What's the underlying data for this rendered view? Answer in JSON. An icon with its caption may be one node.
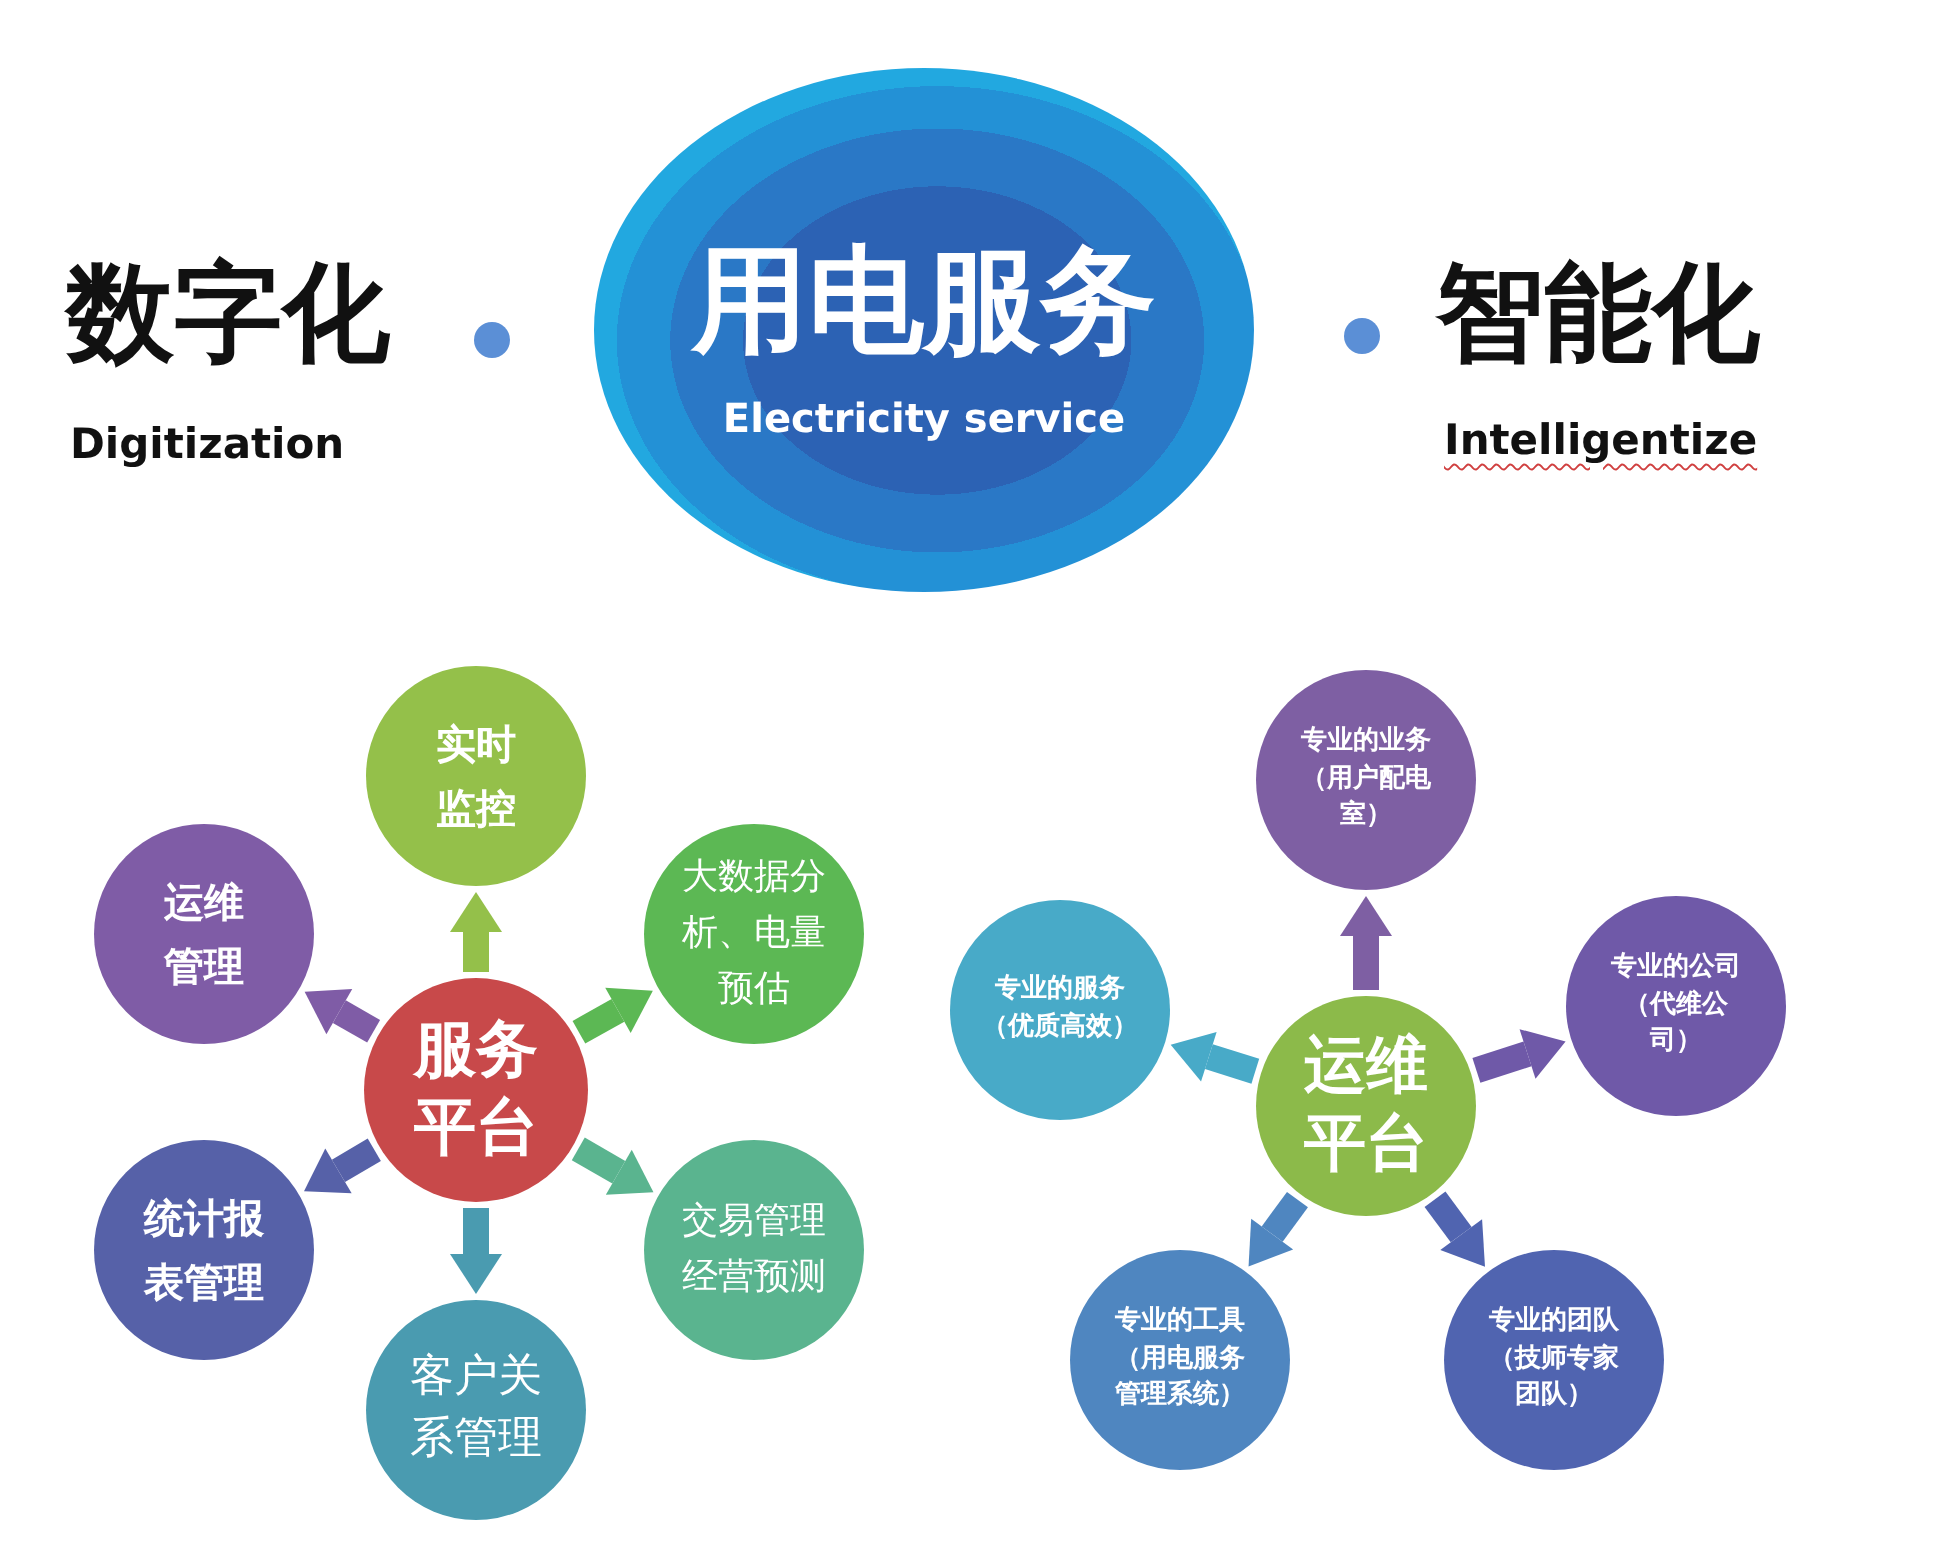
{
  "diagram": {
    "nodes": [
      {
        "text": [
          "用电服务",
          "Electricity service"
        ]
      },
      {
        "text": [
          "服务平台"
        ]
      },
      {
        "text": [
          "实时监控"
        ]
      },
      {
        "text": [
          "大数据分析、电量预估"
        ]
      },
      {
        "text": [
          "交易管理经营预测"
        ]
      },
      {
        "text": [
          "客户关系管理"
        ]
      },
      {
        "text": [
          "统计报表管理"
        ]
      },
      {
        "text": [
          "运维管理"
        ]
      },
      {
        "text": [
          "运维平台"
        ]
      },
      {
        "text": [
          "专业的业务（用户配电室）"
        ]
      },
      {
        "text": [
          "专业的公司（代维公司）"
        ]
      },
      {
        "text": [
          "专业的团队（技师专家团队）"
        ]
      },
      {
        "text": [
          "专业的工具（用电服务管理系统）"
        ]
      },
      {
        "text": [
          "专业的服务（优质高效）"
        ]
      }
    ],
    "edges": [
      {
        "from": 1,
        "to": 2,
        "arrow": "to",
        "color": "#94c04a"
      },
      {
        "from": 1,
        "to": 3,
        "arrow": "to",
        "color": "#5cb854"
      },
      {
        "from": 1,
        "to": 4,
        "arrow": "to",
        "color": "#5ab48f"
      },
      {
        "from": 1,
        "to": 5,
        "arrow": "to",
        "color": "#4a9bb0"
      },
      {
        "from": 1,
        "to": 6,
        "arrow": "to",
        "color": "#5661a8"
      },
      {
        "from": 1,
        "to": 7,
        "arrow": "to",
        "color": "#7f5ca6"
      },
      {
        "from": 8,
        "to": 9,
        "arrow": "to",
        "color": "#7e5fa3"
      },
      {
        "from": 8,
        "to": 10,
        "arrow": "to",
        "color": "#6f59a8"
      },
      {
        "from": 8,
        "to": 11,
        "arrow": "to",
        "color": "#5064b0"
      },
      {
        "from": 8,
        "to": 12,
        "arrow": "to",
        "color": "#4f86c0"
      },
      {
        "from": 8,
        "to": 13,
        "arrow": "to",
        "color": "#48aac8"
      }
    ],
    "labels": [
      "数字化",
      "Digitization",
      "智能化",
      "Intelligentize"
    ]
  }
}
